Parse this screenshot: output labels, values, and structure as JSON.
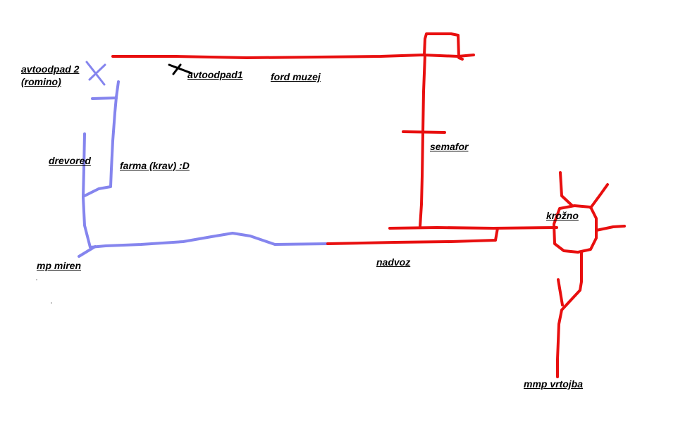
{
  "map": {
    "colors": {
      "red_route": "#e80f0f",
      "blue_route": "#8585ee",
      "marker_black": "#000000",
      "background": "#ffffff"
    },
    "labels": {
      "avtoodpad2": "avtoodpad 2",
      "avtoodpad2_sub": "(romino)",
      "avtoodpad1": "avtoodpad1",
      "ford_muzej": "ford muzej",
      "drevored": "drevored",
      "farma": "farma (krav) :D",
      "semafor": "semafor",
      "krozno": "krožno",
      "mp_miren": "mp miren",
      "nadvoz": "nadvoz",
      "mmp_vrtojba": "mmp vrtojba"
    },
    "icons": {
      "avtoodpad2_marker": "cross-marker-icon",
      "avtoodpad1_marker": "cross-marker-icon"
    }
  }
}
